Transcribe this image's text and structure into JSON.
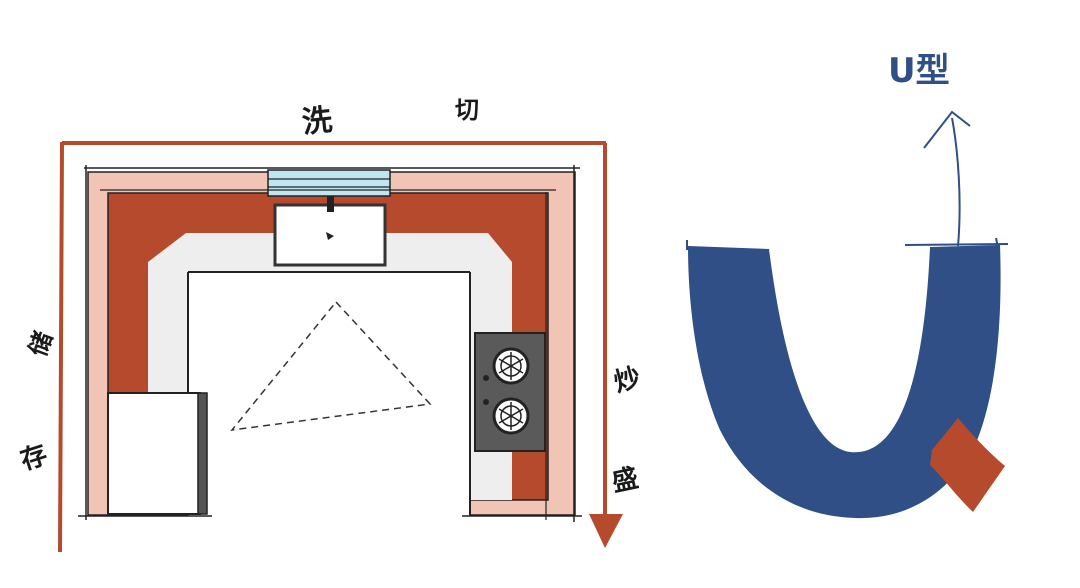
{
  "labels": {
    "wash": "洗",
    "cut": "切",
    "store": "储",
    "stock": "存",
    "fry": "炒",
    "serve": "盛",
    "u_type": "U型"
  },
  "colors": {
    "wall_line": "#b54a2c",
    "counter_outer": "#f2c4b6",
    "counter_inner": "#b54a2c",
    "floor_path": "#eeeeee",
    "u_shape": "#2f4f86",
    "accent_block": "#b54a2c",
    "stove": "#555555",
    "window": "#bfe6f0"
  }
}
